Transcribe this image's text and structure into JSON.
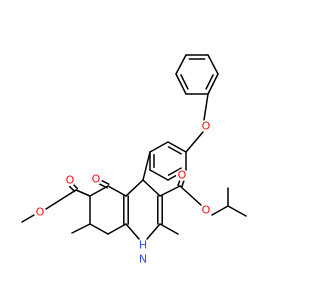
{
  "molecule": {
    "colors": {
      "bond": "#000000",
      "oxygen": "#ff0d0d",
      "nitrogen": "#3050f8",
      "background": "#ffffff"
    },
    "labels": {
      "o_ether": "O",
      "o_ketone": "O",
      "o_ester_left_carbonyl": "O",
      "o_ester_left_single": "O",
      "o_ester_right_carbonyl": "O",
      "o_ester_right_single": "O",
      "nh": "H",
      "n": "N"
    }
  }
}
